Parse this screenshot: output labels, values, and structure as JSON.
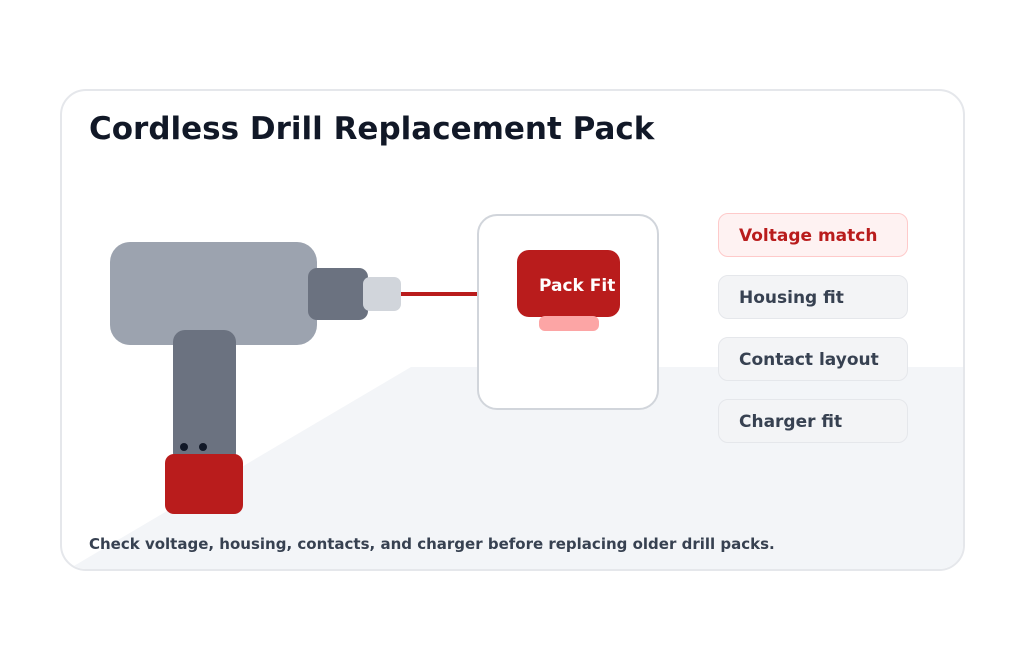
{
  "title": "Cordless Drill Replacement Pack",
  "pack_label": "Pack Fit",
  "checks": [
    {
      "label": "Voltage match",
      "active": true
    },
    {
      "label": "Housing fit",
      "active": false
    },
    {
      "label": "Contact layout",
      "active": false
    },
    {
      "label": "Charger fit",
      "active": false
    }
  ],
  "footer": "Check voltage, housing, contacts, and charger before replacing older drill packs.",
  "colors": {
    "accent": "#b91c1c",
    "accent_light": "#fca5a5",
    "title": "#111827",
    "text": "#374151",
    "drill_body": "#9ca3af",
    "drill_dark": "#6b7280",
    "chuck": "#d1d5db",
    "floor": "#f3f5f8"
  }
}
